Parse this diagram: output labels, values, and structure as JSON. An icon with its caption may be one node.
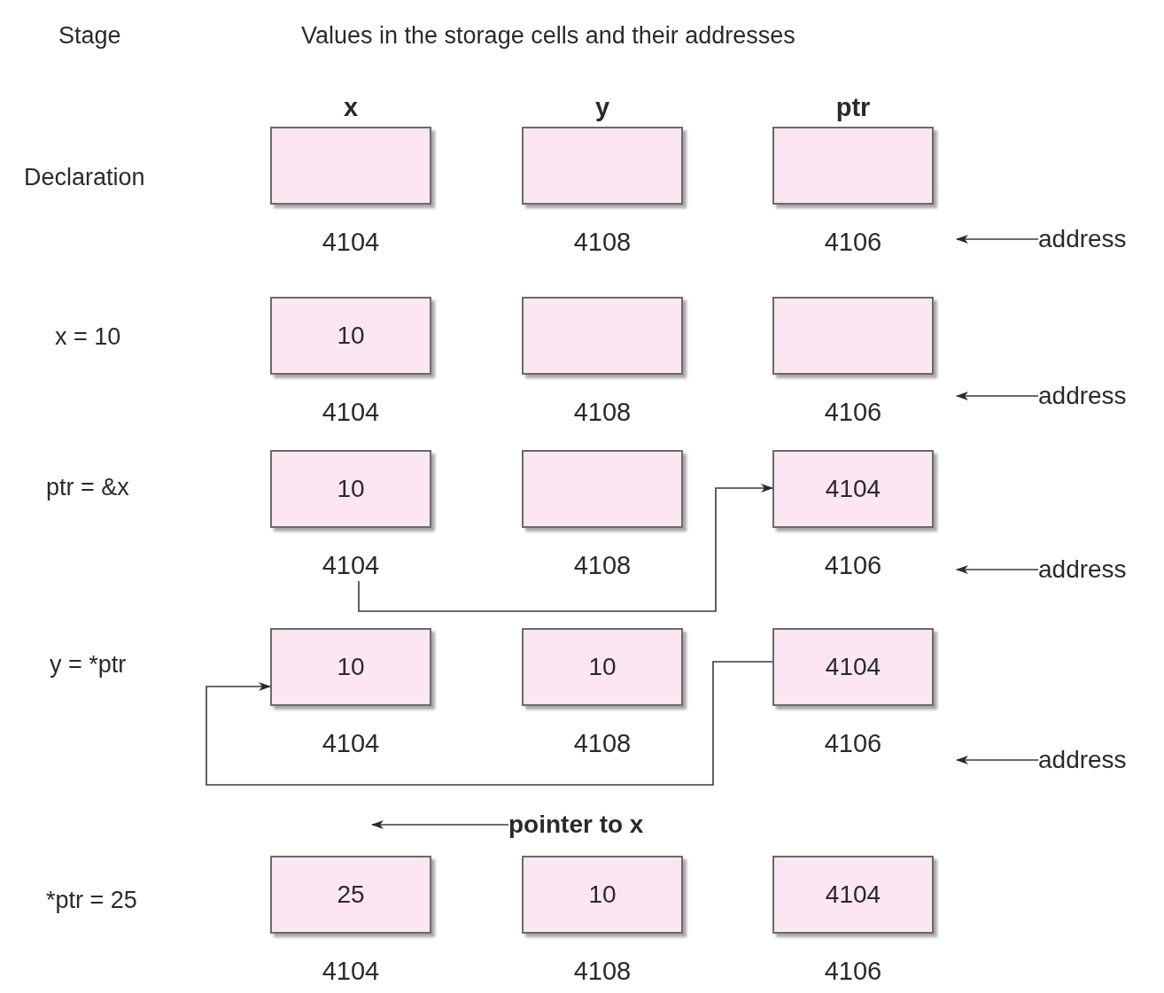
{
  "diagram": {
    "nodes": [
      {
        "text": [],
        "shape": "box",
        "beside": [
          "4104"
        ]
      },
      {
        "text": [],
        "shape": "box",
        "beside": [
          "4108"
        ]
      },
      {
        "text": [],
        "shape": "box",
        "beside": [
          "4106"
        ]
      },
      {
        "text": [
          "address"
        ]
      },
      {
        "text": [
          "10"
        ],
        "beside": [
          "4104"
        ]
      },
      {
        "text": [],
        "shape": "box",
        "beside": [
          "4108"
        ]
      },
      {
        "text": [],
        "shape": "box",
        "beside": [
          "4106"
        ]
      },
      {
        "text": [
          "address"
        ]
      },
      {
        "text": [
          "10"
        ],
        "beside": [
          "4104"
        ]
      },
      {
        "text": [],
        "shape": "box",
        "beside": [
          "4108"
        ]
      },
      {
        "text": [
          "4104"
        ],
        "beside": [
          "4106"
        ]
      },
      {
        "text": [
          "address"
        ]
      },
      {
        "text": [
          "10"
        ],
        "beside": [
          "4104"
        ]
      },
      {
        "text": [
          "10"
        ],
        "beside": [
          "4108"
        ]
      },
      {
        "text": [
          "4104"
        ],
        "beside": [
          "4106"
        ]
      },
      {
        "text": [
          "address"
        ]
      },
      {
        "text": [
          "pointer to x"
        ]
      },
      {
        "text": [
          "25"
        ],
        "beside": [
          "4104"
        ]
      },
      {
        "text": [
          "10"
        ],
        "beside": [
          "4108"
        ]
      },
      {
        "text": [
          "4104"
        ],
        "beside": [
          "4106"
        ]
      }
    ],
    "edges": [
      {
        "from": 3,
        "to": null,
        "arrow": "to"
      },
      {
        "from": 7,
        "to": null,
        "arrow": "to"
      },
      {
        "from": 11,
        "to": null,
        "arrow": "to"
      },
      {
        "from": 8,
        "to": 10,
        "arrow": "to"
      },
      {
        "from": 15,
        "to": null,
        "arrow": "to"
      },
      {
        "from": 14,
        "to": 12,
        "arrow": "to"
      },
      {
        "from": 16,
        "to": null,
        "arrow": "to"
      }
    ],
    "labels": [
      "Stage",
      "Values in the storage cells and their addresses",
      "x",
      "y",
      "ptr",
      "Declaration",
      "x = 10",
      "ptr = &x",
      "y = *ptr",
      "*ptr = 25"
    ]
  }
}
